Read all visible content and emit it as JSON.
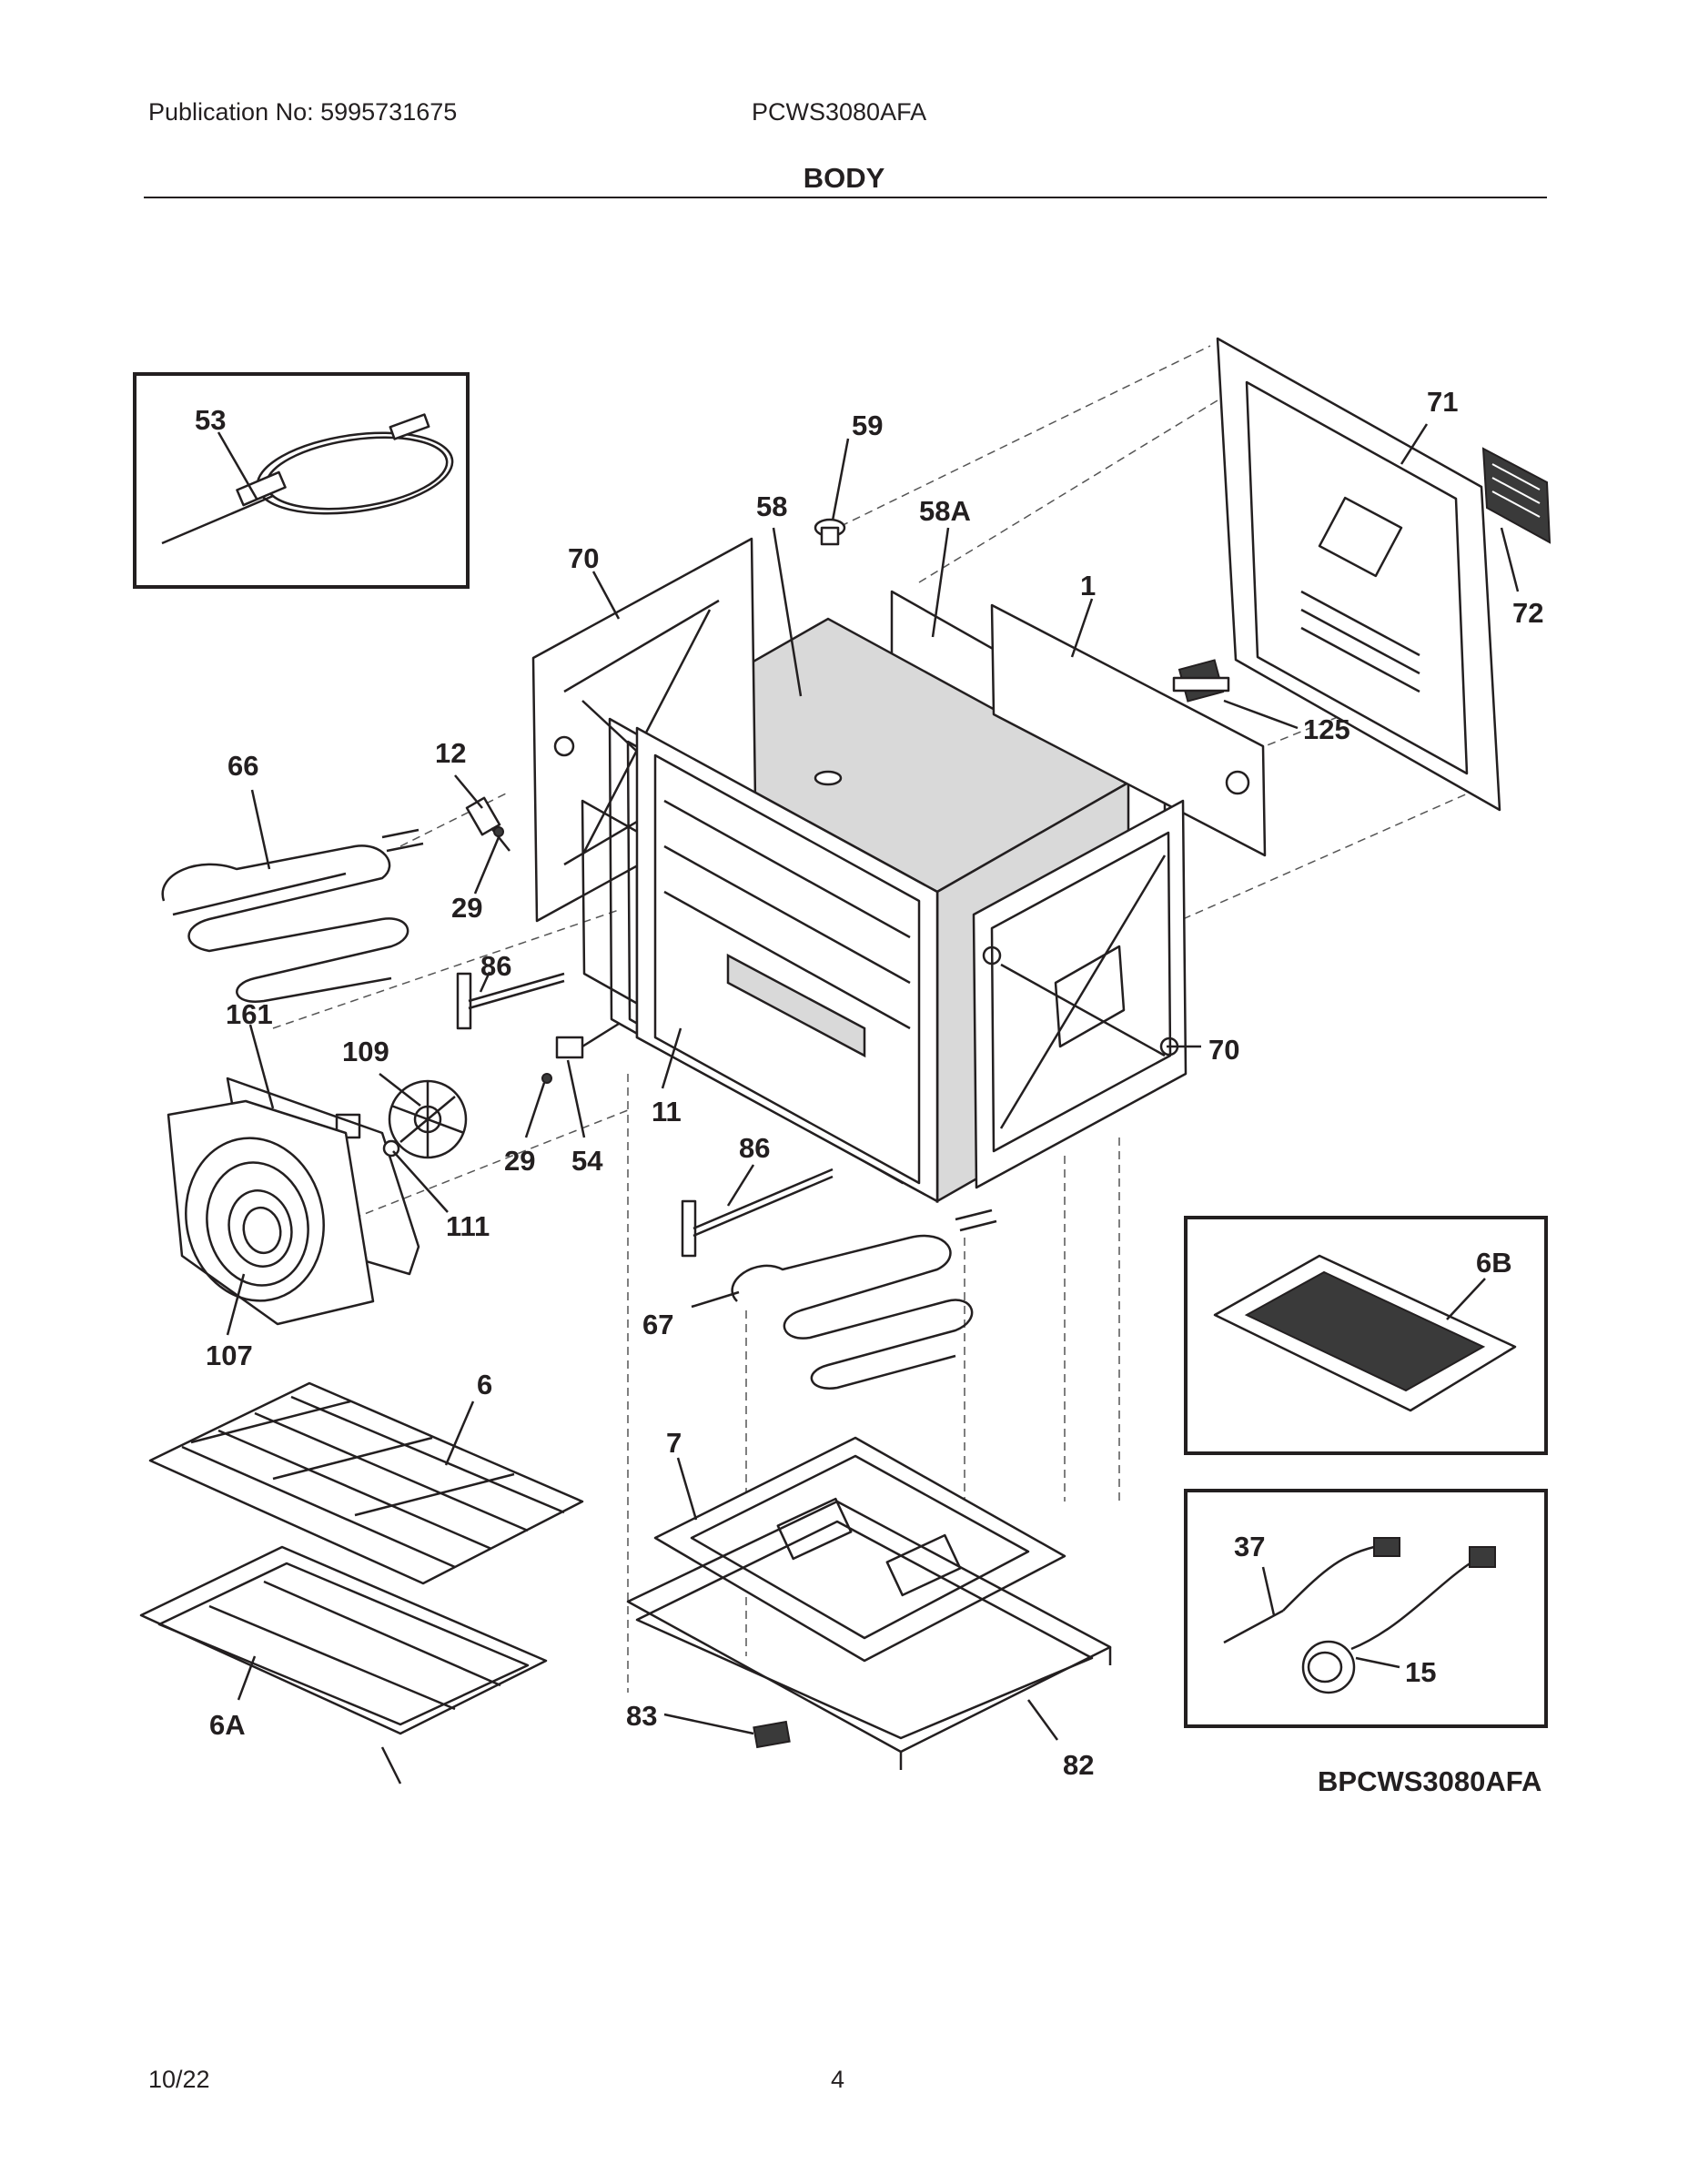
{
  "header": {
    "publication": "Publication No: 5995731675",
    "model": "PCWS3080AFA",
    "section_title": "BODY"
  },
  "footer": {
    "date": "10/22",
    "page": "4"
  },
  "diagram": {
    "reference": "BPCWS3080AFA",
    "callouts": {
      "p1": "1",
      "p6": "6",
      "p6A": "6A",
      "p6B": "6B",
      "p7": "7",
      "p11": "11",
      "p12": "12",
      "p15": "15",
      "p29a": "29",
      "p29b": "29",
      "p37": "37",
      "p53": "53",
      "p54": "54",
      "p58": "58",
      "p58A": "58A",
      "p59": "59",
      "p66": "66",
      "p67": "67",
      "p70a": "70",
      "p70b": "70",
      "p71": "71",
      "p72": "72",
      "p82": "82",
      "p83": "83",
      "p86a": "86",
      "p86b": "86",
      "p107": "107",
      "p109": "109",
      "p111": "111",
      "p125": "125",
      "p161": "161"
    }
  }
}
